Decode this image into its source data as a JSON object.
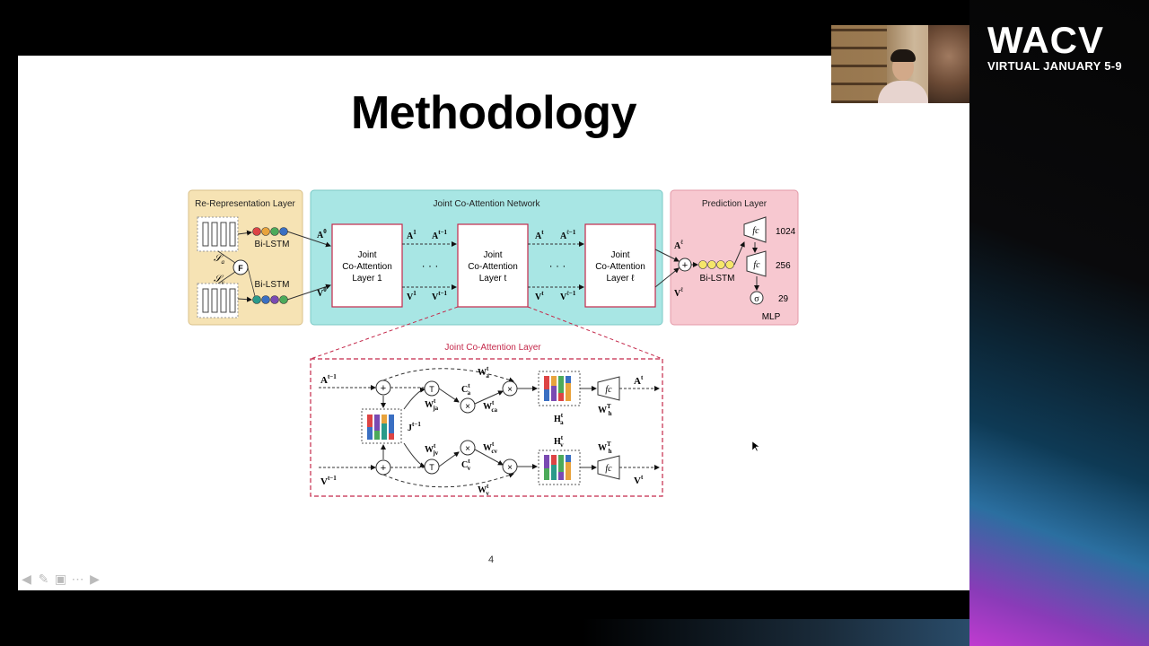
{
  "brand": {
    "name": "WACV",
    "subtitle": "VIRTUAL JANUARY 5-9"
  },
  "slide": {
    "title": "Methodology",
    "page_number": "4",
    "figure": {
      "re_rep": {
        "title": "Re-Representation Layer",
        "bilstm_top": "Bi-LSTM",
        "bilstm_bottom": "Bi-LSTM",
        "f_label": "F",
        "sa": "𝒮",
        "sa_sub": "a",
        "sv": "𝒮",
        "sv_sub": "v"
      },
      "joint": {
        "title": "Joint Co-Attention Network",
        "layer1": [
          "Joint",
          "Co-Attention",
          "Layer 1"
        ],
        "layert": [
          "Joint",
          "Co-Attention",
          "Layer t"
        ],
        "layerl": [
          "Joint",
          "Co-Attention",
          "Layer ℓ"
        ],
        "a0": "A",
        "a0_sup": "0",
        "v0": "V",
        "v0_sup": "0",
        "a1": "A",
        "a1_sup": "1",
        "v1": "V",
        "v1_sup": "1",
        "at1": "A",
        "at1_sup": "t−1",
        "vt1": "V",
        "vt1_sup": "t−1",
        "at": "A",
        "at_sup": "t",
        "vt": "V",
        "vt_sup": "t",
        "al1": "A",
        "al1_sup": "ℓ−1",
        "vl1": "V",
        "vl1_sup": "ℓ−1",
        "dots": "· · ·"
      },
      "prediction": {
        "title": "Prediction Layer",
        "bilstm": "Bi-LSTM",
        "fc": "fc",
        "n1": "1024",
        "n2": "256",
        "n3": "29",
        "sigma": "σ",
        "mlp": "MLP",
        "al": "A",
        "al_sup": "ℓ",
        "vl": "V",
        "vl_sup": "ℓ",
        "plus": "+"
      },
      "detail": {
        "title": "Joint Co-Attention Layer",
        "at1": "A",
        "at1_sup": "t−1",
        "vt1": "V",
        "vt1_sup": "t−1",
        "jt1": "J",
        "jt1_sup": "t−1",
        "wja": "W",
        "wja_sup": "t",
        "wja_sub": "ja",
        "wjv": "W",
        "wjv_sup": "t",
        "wjv_sub": "jv",
        "ca": "C",
        "ca_sup": "t",
        "ca_sub": "a",
        "cv": "C",
        "cv_sup": "t",
        "cv_sub": "v",
        "wa": "W",
        "wa_sup": "t",
        "wa_sub": "a",
        "wv": "W",
        "wv_sup": "t",
        "wv_sub": "v",
        "wca": "W",
        "wca_sup": "t",
        "wca_sub": "ca",
        "wcv": "W",
        "wcv_sup": "t",
        "wcv_sub": "cv",
        "ha": "H",
        "ha_sup": "t",
        "ha_sub": "a",
        "hv": "H",
        "hv_sup": "t",
        "hv_sub": "v",
        "wha": "W",
        "wha_sup": "T",
        "wha_sub": "h",
        "whv": "W",
        "whv_sup": "T",
        "whv_sub": "h",
        "at": "A",
        "at_sup": "t",
        "vt": "V",
        "vt_sup": "t",
        "fc": "fc",
        "t_op": "T"
      }
    }
  },
  "colors": {
    "re_rep_bg": "#f6e3b4",
    "joint_bg": "#a8e6e4",
    "prediction_bg": "#f7c8d0",
    "detail_border": "#c4284a"
  }
}
